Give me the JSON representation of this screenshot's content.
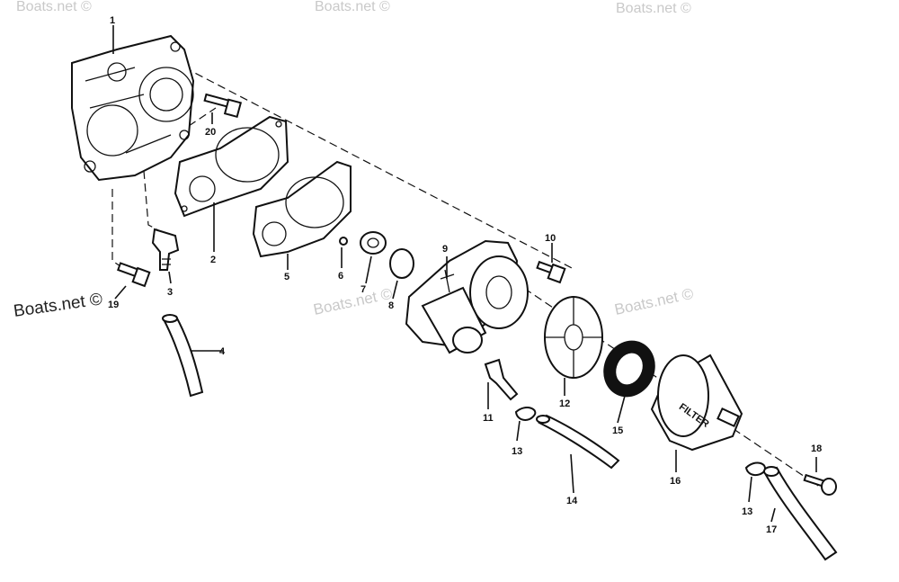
{
  "watermark": "Boats.net ©",
  "callouts": [
    {
      "n": "1"
    },
    {
      "n": "2"
    },
    {
      "n": "3"
    },
    {
      "n": "4"
    },
    {
      "n": "5"
    },
    {
      "n": "6"
    },
    {
      "n": "7"
    },
    {
      "n": "8"
    },
    {
      "n": "9"
    },
    {
      "n": "10"
    },
    {
      "n": "11"
    },
    {
      "n": "12"
    },
    {
      "n": "13"
    },
    {
      "n": "13"
    },
    {
      "n": "14"
    },
    {
      "n": "15"
    },
    {
      "n": "16"
    },
    {
      "n": "17"
    },
    {
      "n": "18"
    },
    {
      "n": "19"
    },
    {
      "n": "20"
    }
  ],
  "filter_text": "FILTER"
}
